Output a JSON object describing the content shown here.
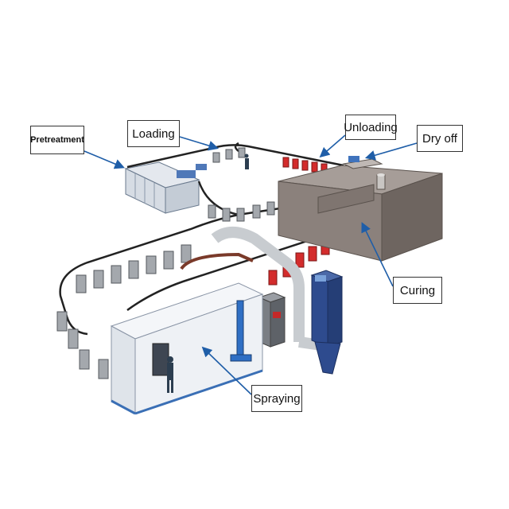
{
  "labels": {
    "pretreatment": "Pretreatment",
    "loading": "Loading",
    "unloading": "Unloading",
    "dry_off": "Dry off",
    "curing": "Curing",
    "spraying": "Spraying"
  },
  "colors": {
    "arrow": "#1f5ea8",
    "oven": "#8b817c",
    "oven_top": "#a69d98",
    "oven_dark": "#6e6560",
    "booth": "#eef1f5",
    "booth_edge": "#3a6fb5",
    "part_grey": "#a4a8ad",
    "part_red": "#d32c2c",
    "collector": "#2e4b8e",
    "duct": "#d8dadd",
    "rail": "#222222"
  }
}
